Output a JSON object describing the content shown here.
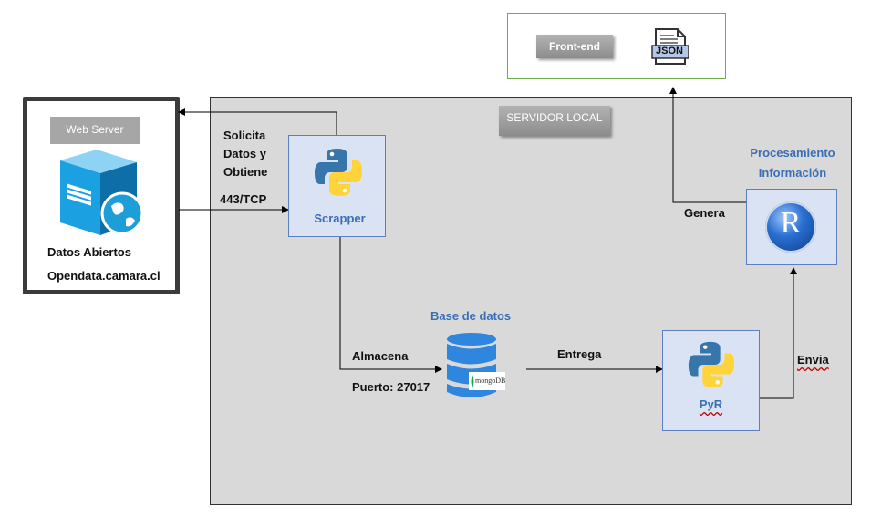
{
  "frontend": {
    "button_label": "Front-end",
    "json_label": "JSON"
  },
  "server": {
    "label": "SERVIDOR LOCAL"
  },
  "webserver": {
    "title": "Web Server",
    "caption_line1": "Datos Abiertos",
    "caption_line2": "Opendata.camara.cl"
  },
  "edges": {
    "solicita": [
      "Solicita",
      "Datos y",
      "Obtiene"
    ],
    "port": "443/TCP",
    "almacena": "Almacena",
    "puerto": "Puerto: 27017",
    "entrega": "Entrega",
    "envia": "Envia",
    "genera": "Genera"
  },
  "nodes": {
    "scrapper": "Scrapper",
    "database_title": "Base de datos",
    "mongodb": "mongoDB",
    "pyr": "PyR",
    "r_letter": "R",
    "processing_line1": "Procesamiento",
    "processing_line2": "Información"
  },
  "colors": {
    "accent_blue": "#3a6fb5",
    "frame_green": "#70ad47",
    "region_gray": "#d9d9d9"
  }
}
